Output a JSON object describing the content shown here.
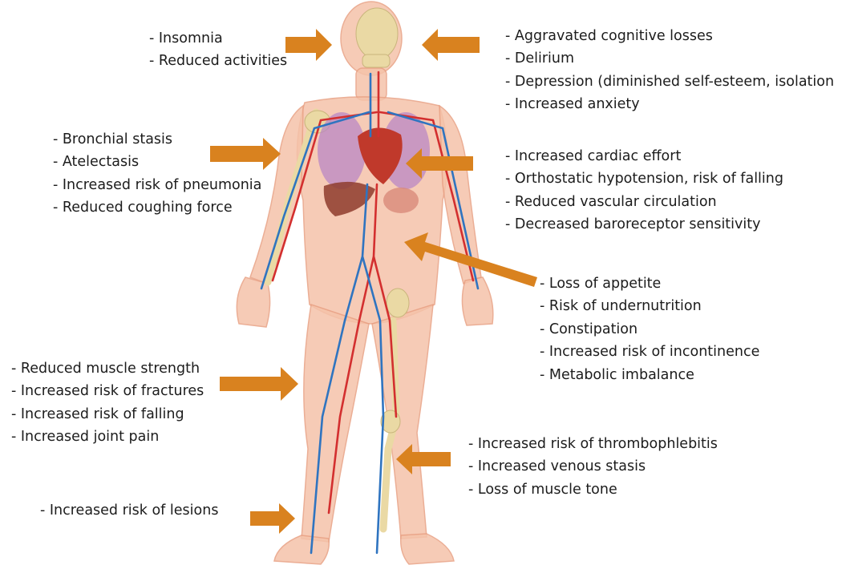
{
  "colors": {
    "arrow": "#d9821f",
    "skin": "#f5c3aa",
    "skin_edge": "#e8a083",
    "bone": "#ead9a4",
    "artery": "#d32f2f",
    "vein": "#2f74c0",
    "heart": "#c0392b",
    "lung": "#b987c4",
    "liver": "#8e3c2d"
  },
  "annotations": {
    "head_left": [
      "- Insomnia",
      "- Reduced activities"
    ],
    "head_right": [
      "- Aggravated cognitive losses",
      "- Delirium",
      "- Depression (diminished self-esteem, isolation",
      "- Increased anxiety"
    ],
    "lungs": [
      "- Bronchial stasis",
      "- Atelectasis",
      "- Increased risk of pneumonia",
      "- Reduced coughing force"
    ],
    "cardio": [
      "- Increased cardiac effort",
      "- Orthostatic hypotension, risk of falling",
      "- Reduced vascular circulation",
      "- Decreased baroreceptor sensitivity"
    ],
    "digestive": [
      "- Loss of appetite",
      "- Risk of undernutrition",
      "- Constipation",
      "- Increased risk of incontinence",
      "- Metabolic imbalance"
    ],
    "muscle": [
      "- Reduced muscle strength",
      "- Increased risk of fractures",
      "- Increased risk of falling",
      "- Increased joint pain"
    ],
    "veins": [
      "- Increased risk of thrombophlebitis",
      "- Increased venous stasis",
      "- Loss of muscle tone"
    ],
    "skin": [
      "- Increased risk of lesions"
    ]
  }
}
